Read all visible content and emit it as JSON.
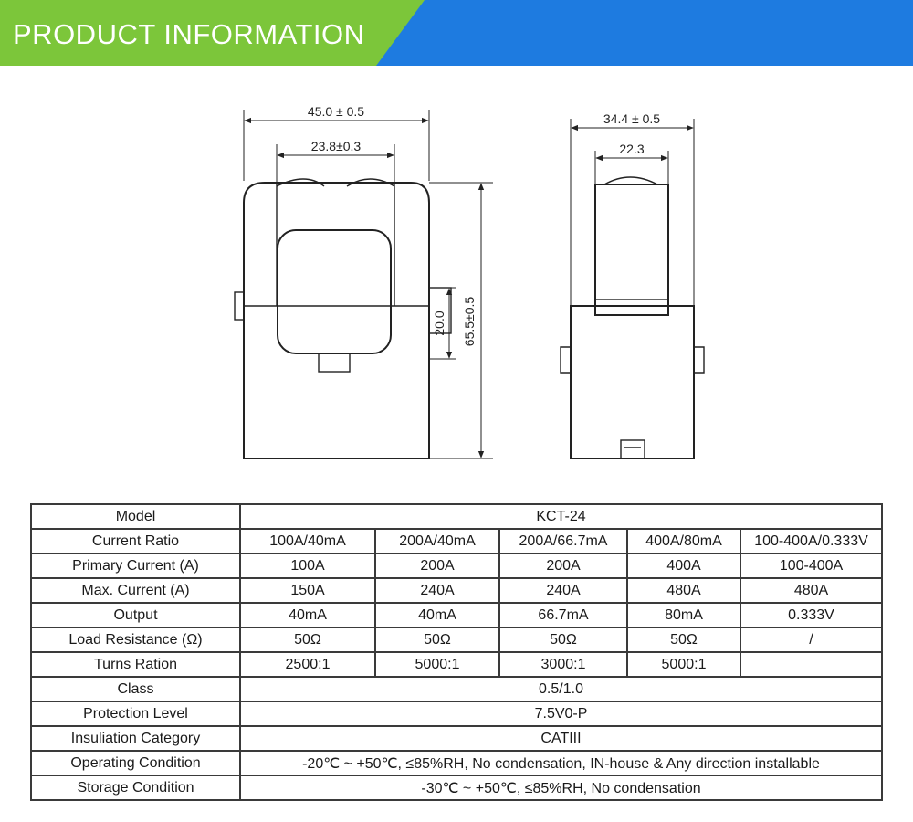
{
  "banner": {
    "title": "PRODUCT INFORMATION",
    "colors": {
      "green": "#7cc63a",
      "blue": "#1e7be0"
    }
  },
  "drawing": {
    "front_view": {
      "width_dim": "45.0 ± 0.5",
      "opening_width_dim": "23.8±0.3",
      "height_dim": "65.5±0.5",
      "opening_height_dim": "20.0"
    },
    "side_view": {
      "width_dim": "34.4 ± 0.5",
      "inner_width_dim": "22.3"
    }
  },
  "table": {
    "rows": [
      {
        "label": "Model",
        "values": [
          "KCT-24"
        ],
        "merged": true
      },
      {
        "label": "Current Ratio",
        "values": [
          "100A/40mA",
          "200A/40mA",
          "200A/66.7mA",
          "400A/80mA",
          "100-400A/0.333V"
        ]
      },
      {
        "label": "Primary Current (A)",
        "values": [
          "100A",
          "200A",
          "200A",
          "400A",
          "100-400A"
        ]
      },
      {
        "label": "Max. Current (A)",
        "values": [
          "150A",
          "240A",
          "240A",
          "480A",
          "480A"
        ]
      },
      {
        "label": "Output",
        "values": [
          "40mA",
          "40mA",
          "66.7mA",
          "80mA",
          "0.333V"
        ]
      },
      {
        "label": "Load Resistance (Ω)",
        "values": [
          "50Ω",
          "50Ω",
          "50Ω",
          "50Ω",
          "/"
        ]
      },
      {
        "label": "Turns Ration",
        "values": [
          "2500:1",
          "5000:1",
          "3000:1",
          "5000:1",
          ""
        ]
      },
      {
        "label": "Class",
        "values": [
          "0.5/1.0"
        ],
        "merged": true
      },
      {
        "label": "Protection Level",
        "values": [
          "7.5V0-P"
        ],
        "merged": true
      },
      {
        "label": "Insuliation Category",
        "values": [
          "CATIII"
        ],
        "merged": true
      },
      {
        "label": "Operating Condition",
        "values": [
          "-20℃ ~ +50℃, ≤85%RH, No condensation, IN-house & Any direction installable"
        ],
        "merged": true
      },
      {
        "label": "Storage Condition",
        "values": [
          "-30℃ ~ +50℃, ≤85%RH, No condensation"
        ],
        "merged": true
      }
    ]
  }
}
